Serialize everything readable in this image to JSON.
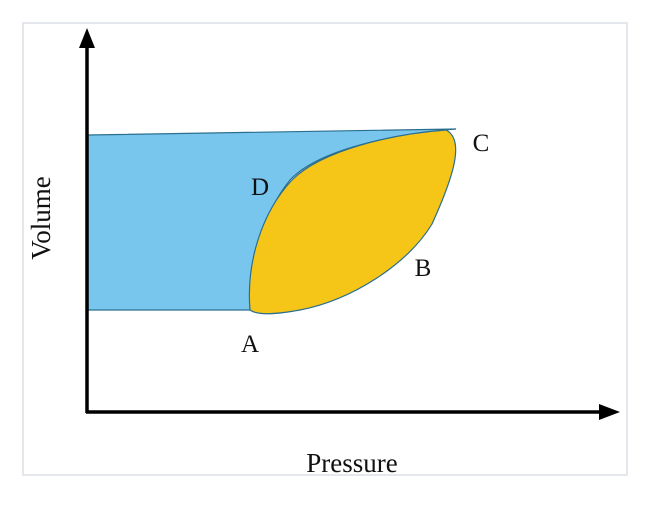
{
  "axes": {
    "x_label": "Pressure",
    "y_label": "Volume"
  },
  "points": {
    "a": "A",
    "b": "B",
    "c": "C",
    "d": "D"
  },
  "colors": {
    "blue_region": "#78c6ee",
    "yellow_loop": "#f5c518",
    "outline": "#2a6f8f",
    "axis": "#000000",
    "frame": "#e4e8ec"
  }
}
